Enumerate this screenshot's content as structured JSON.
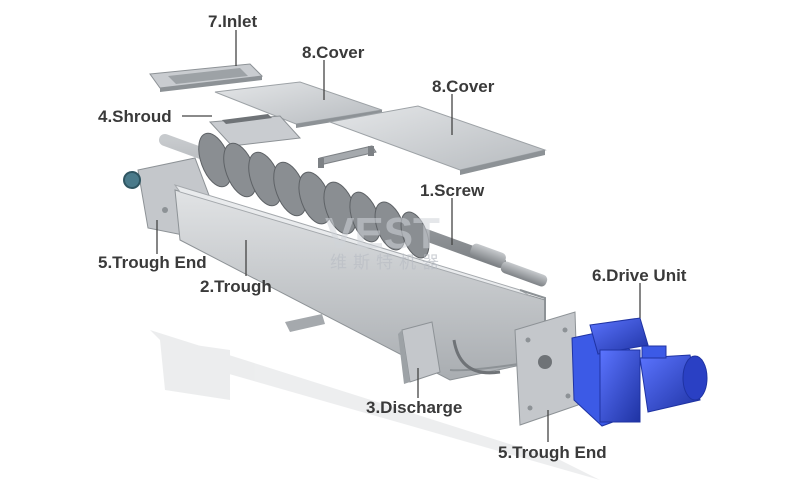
{
  "labels": {
    "inlet": "7.Inlet",
    "cover1": "8.Cover",
    "cover2": "8.Cover",
    "shroud": "4.Shroud",
    "screw": "1.Screw",
    "trough_end_left": "5.Trough End",
    "trough": "2.Trough",
    "drive_unit": "6.Drive Unit",
    "discharge": "3.Discharge",
    "trough_end_right": "5.Trough End"
  },
  "watermark": {
    "logo": "VEST",
    "chinese": "维斯特机器"
  },
  "colors": {
    "metal_light": "#d4d7da",
    "metal_mid": "#b9bdc1",
    "metal_dark": "#8d9296",
    "screw": "#7d8185",
    "drive_blue": "#2f49d6",
    "drive_blue_dark": "#1f33a3",
    "leader_line": "#444444"
  }
}
